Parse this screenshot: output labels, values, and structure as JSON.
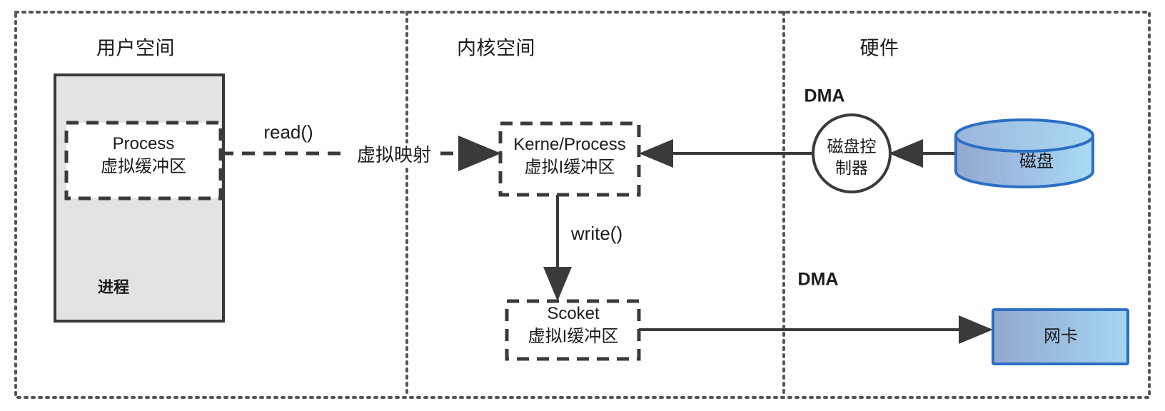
{
  "diagram": {
    "title_zones": [
      {
        "id": "user-space",
        "label": "用户空间"
      },
      {
        "id": "kernel-space",
        "label": "内核空间"
      },
      {
        "id": "hardware",
        "label": "硬件"
      }
    ],
    "nodes": {
      "process_container": {
        "label": "进程"
      },
      "process_buffer": {
        "line1": "Process",
        "line2": "虚拟缓冲区"
      },
      "kernel_buffer": {
        "line1": "Kerne/Process",
        "line2": "虚拟I缓冲区"
      },
      "socket_buffer": {
        "line1": "Scoket",
        "line2": "虚拟I缓冲区"
      },
      "disk_controller": {
        "line1": "磁盘控",
        "line2": "制器"
      },
      "disk": {
        "label": "磁盘"
      },
      "nic": {
        "label": "网卡"
      }
    },
    "edges": {
      "read_call": {
        "label": "read()"
      },
      "virtual_map": {
        "label": "虚拟映射"
      },
      "write_call": {
        "label": "write()"
      },
      "dma_disk": {
        "label": "DMA"
      },
      "dma_nic": {
        "label": "DMA"
      }
    },
    "colors": {
      "outline": "#3a3a3a",
      "process_fill": "#e3e3e3",
      "blue_stroke": "#2c6fc4",
      "blue_light": "#9fd4f0",
      "blue_dark": "#8fa5cc",
      "text": "#1b1b1b"
    }
  }
}
